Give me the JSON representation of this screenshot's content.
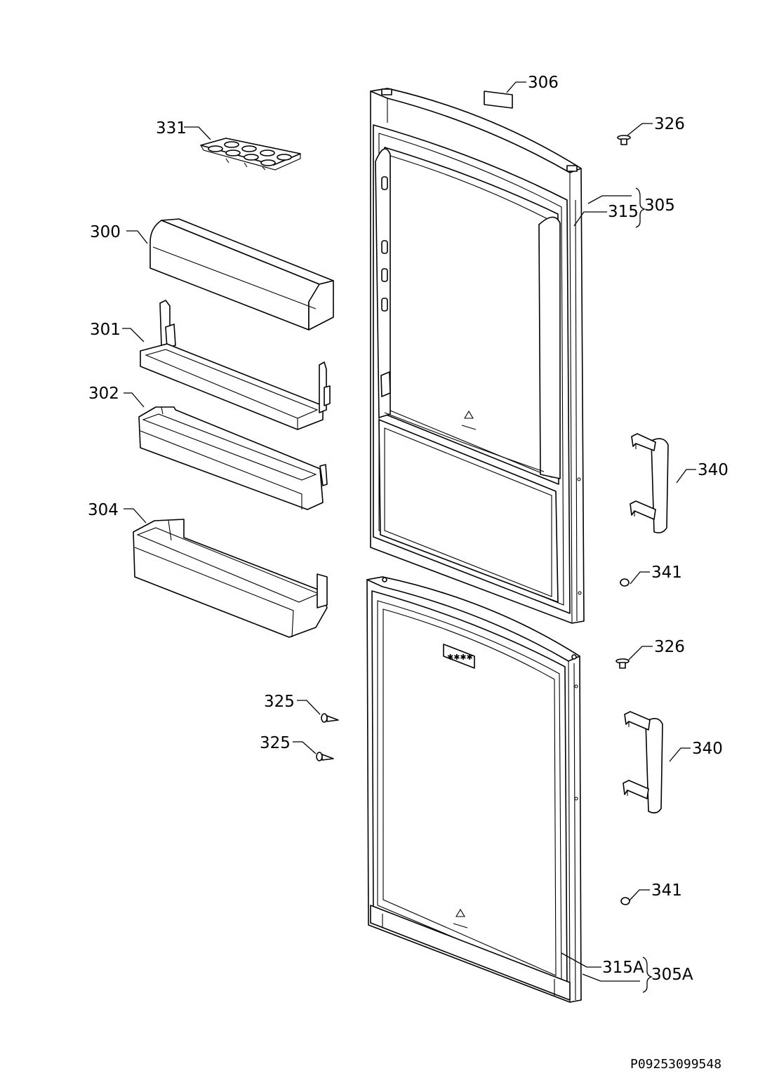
{
  "drawing": {
    "doc_number": "P09253099548",
    "labels": {
      "p306": "306",
      "p331": "331",
      "p326_top": "326",
      "p305": "305",
      "p315": "315",
      "p300": "300",
      "p301": "301",
      "p302": "302",
      "p304": "304",
      "p340_top": "340",
      "p341_top": "341",
      "p326_bottom": "326",
      "p325_a": "325",
      "p325_b": "325",
      "p340_bottom": "340",
      "p341_bottom": "341",
      "p315A": "315A",
      "p305A": "305A"
    },
    "colors": {
      "line": "#000000",
      "background": "#ffffff"
    },
    "icons": [
      "recycle-symbol-icon",
      "freezer-stars-icon"
    ]
  }
}
